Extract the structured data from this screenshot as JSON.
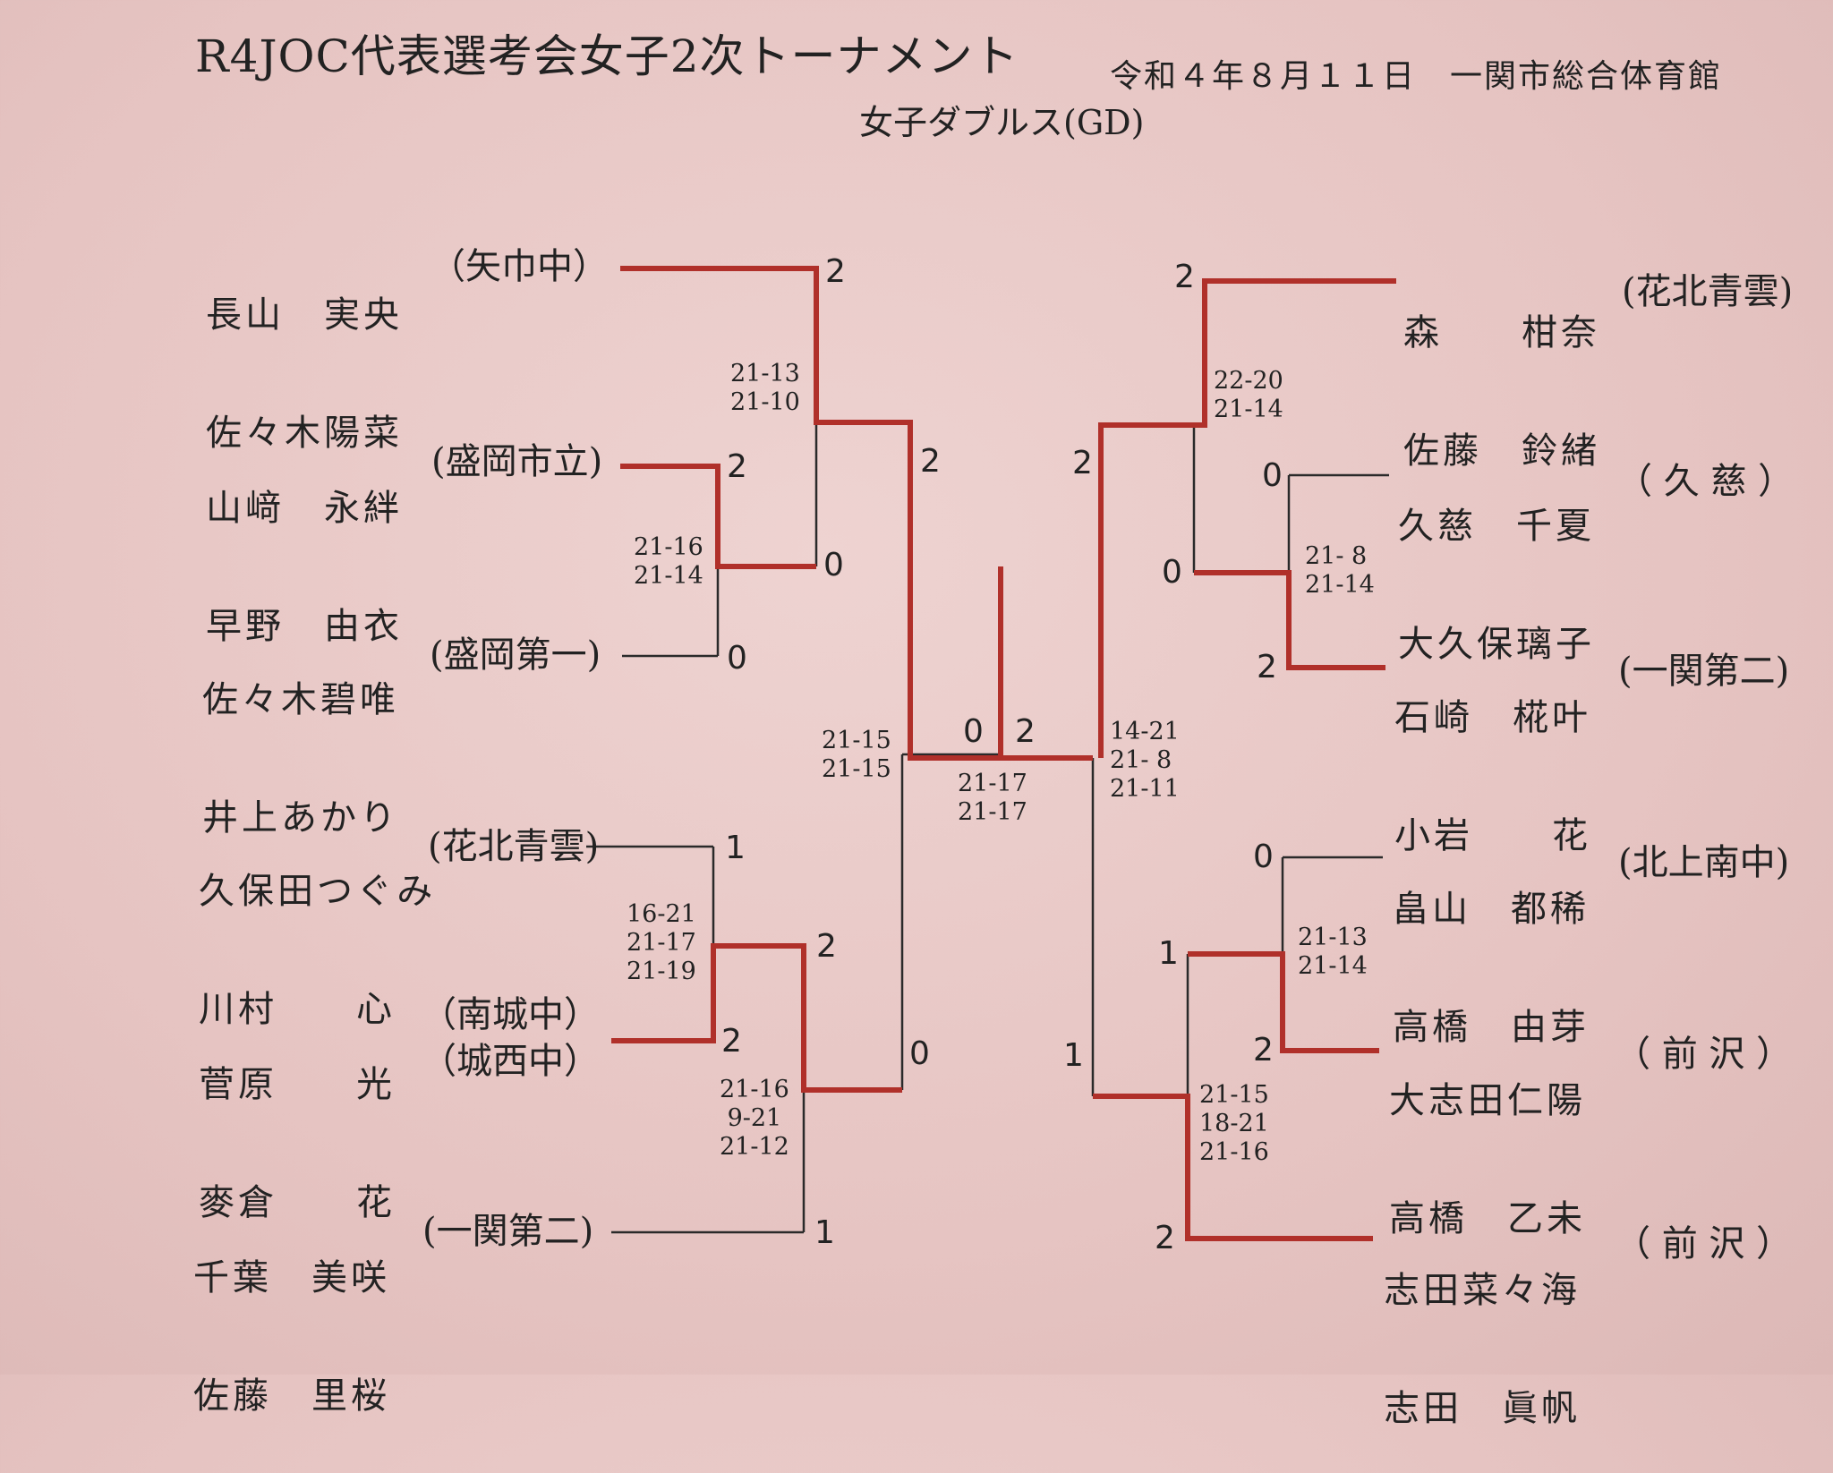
{
  "header": {
    "title": "R4JOC代表選考会女子2次トーナメント",
    "date_venue": "令和４年８月１１日　一関市総合体育館",
    "event": "女子ダブルス(GD)"
  },
  "left_pairs": [
    {
      "p1": "長山　実央",
      "p2": "佐々木陽菜",
      "school": "（矢巾中）"
    },
    {
      "p1": "山﨑　永絆",
      "p2": "早野　由衣",
      "school": "(盛岡市立)"
    },
    {
      "p1": "佐々木碧唯",
      "p2": "井上あかり",
      "school": "(盛岡第一)"
    },
    {
      "p1": "久保田つぐみ",
      "p2": "川村　　心",
      "school": "(花北青雲)"
    },
    {
      "p1": "菅原　　光",
      "p2": "麥倉　　花",
      "school": "（南城中）",
      "school2": "（城西中）"
    },
    {
      "p1": "千葉　美咲",
      "p2": "佐藤　里桜",
      "school": "(一関第二)"
    }
  ],
  "right_pairs": [
    {
      "p1": "森　　柑奈",
      "p2": "佐藤　鈴緒",
      "school": "(花北青雲)"
    },
    {
      "p1": "久慈　千夏",
      "p2": "大久保璃子",
      "school": "（ 久 慈 ）"
    },
    {
      "p1": "石崎　椛叶",
      "p2": "小岩　　花",
      "school": "(一関第二)"
    },
    {
      "p1": "畠山　都稀",
      "p2": "高橋　由芽",
      "school": "(北上南中)"
    },
    {
      "p1": "大志田仁陽",
      "p2": "高橋　乙未",
      "school": "（ 前 沢 ）"
    },
    {
      "p1": "志田菜々海",
      "p2": "志田　眞帆",
      "school": "（ 前 沢 ）"
    }
  ],
  "scores": {
    "l1": "2",
    "l2": "2",
    "l3": "0",
    "l23": "0",
    "l12": "2",
    "l4": "1",
    "l5": "2",
    "l45": "2",
    "l6": "1",
    "l456": "0",
    "semi_l": "0",
    "semi_r": "2",
    "r1": "2",
    "r23": "0",
    "r2": "0",
    "r3": "2",
    "r123": "2",
    "r4": "0",
    "r5": "2",
    "r45": "1",
    "r6": "2",
    "r456": "1"
  },
  "sets": {
    "l23": "21-16\n21-14",
    "l123": "21-13\n21-10",
    "l45": "16-21\n21-17\n21-19",
    "l456": "21-16\n 9-21\n21-12",
    "left_final": "21-15\n21-15",
    "final": "21-17\n21-17",
    "right_final": "14-21\n21- 8\n21-11",
    "r123": "22-20\n21-14",
    "r23": "21- 8\n21-14",
    "r45": "21-13\n21-14",
    "r456": "21-15\n18-21\n21-16"
  },
  "colors": {
    "win_line": "#b0302a",
    "lose_line": "#2a2a2a"
  }
}
